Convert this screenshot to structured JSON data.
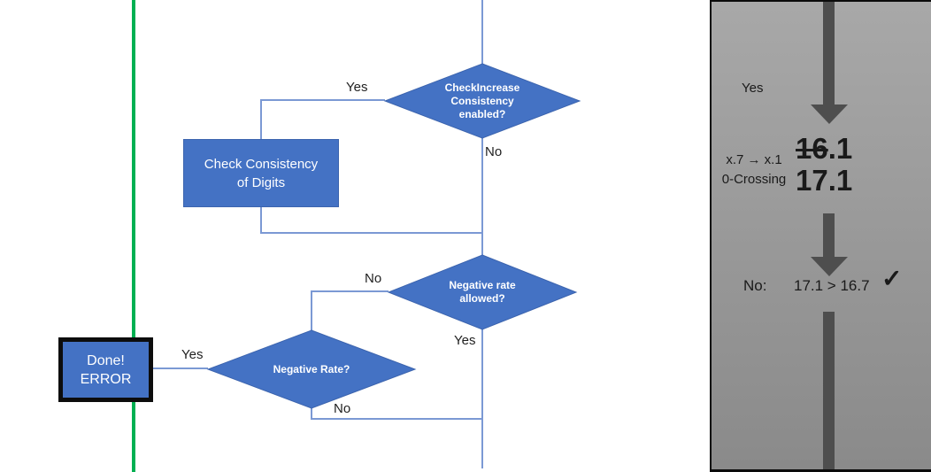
{
  "colors": {
    "shape_fill": "#4472C4",
    "shape_stroke": "#3C64AE",
    "shape_text": "#FFFFFF",
    "connector": "#7B99D4",
    "green_line": "#00B052",
    "done_border": "#0D0D0D",
    "panel_top": "#A8A8A8",
    "panel_bottom": "#8A8A8A",
    "panel_border": "#0B0B0B",
    "arrow": "#4E4E4E",
    "ink": "#1A1A1A"
  },
  "flowchart": {
    "decision_check_increase": {
      "line1": "CheckIncrease",
      "line2": "Consistency",
      "line3": "enabled?",
      "yes": "Yes",
      "no": "No"
    },
    "process_check_consistency": {
      "line1": "Check Consistency",
      "line2": "of Digits"
    },
    "decision_negative_allowed": {
      "line1": "Negative rate",
      "line2": "allowed?",
      "no": "No",
      "yes": "Yes"
    },
    "decision_negative_rate": {
      "line1": "Negative Rate?",
      "yes": "Yes",
      "no": "No"
    },
    "done_error": {
      "line1": "Done!",
      "line2": "ERROR"
    }
  },
  "panel": {
    "yes": "Yes",
    "rule_line1": "x.7 → x.1",
    "rule_line2": "0-Crossing",
    "old_value_struck": "16",
    "old_value_rest": ".1",
    "new_value": "17.1",
    "result_label": "No:",
    "result_comparison": "17.1 > 16.7",
    "checkmark": "✓"
  }
}
